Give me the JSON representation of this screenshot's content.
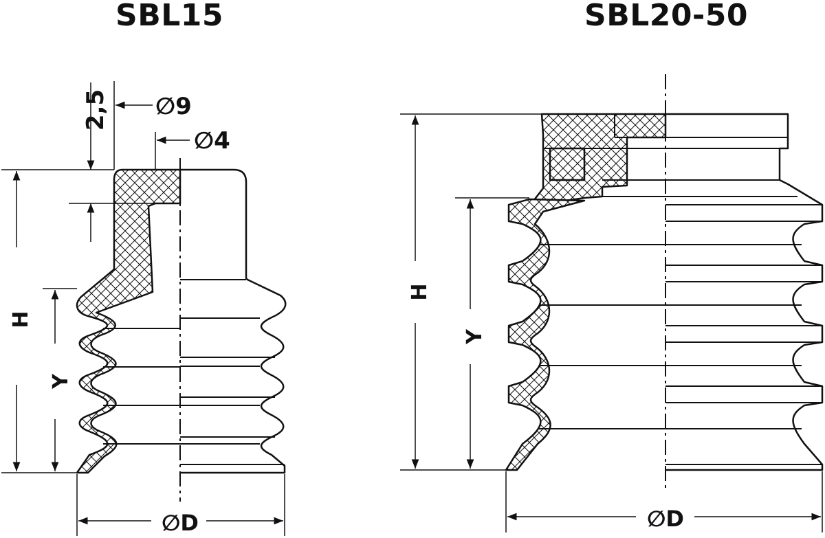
{
  "titles": {
    "left": "SBL15",
    "right": "SBL20-50"
  },
  "left": {
    "dim_thickness": "2,5",
    "dim_outer_diameter": "∅9",
    "dim_inner_diameter": "∅4",
    "dim_height": "H",
    "dim_stroke": "Y",
    "dim_diameter": "∅D"
  },
  "right": {
    "dim_height": "H",
    "dim_stroke": "Y",
    "dim_diameter": "∅D"
  },
  "colors": {
    "line": "#111111",
    "background": "#ffffff"
  }
}
